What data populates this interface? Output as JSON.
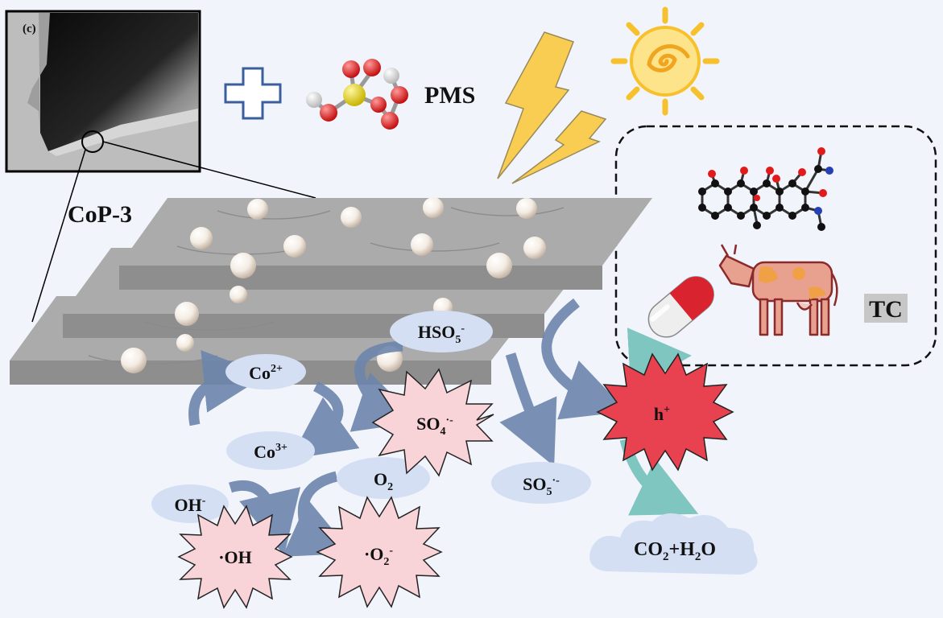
{
  "labels": {
    "panel_tag": "(c)",
    "pms": "PMS",
    "catalyst": "CoP-3",
    "pollutant": "TC"
  },
  "species": {
    "co2": {
      "base": "Co",
      "sup": "2+"
    },
    "co3": {
      "base": "Co",
      "sup": "3+"
    },
    "hso5": {
      "base": "HSO",
      "sub": "5",
      "sup": "-"
    },
    "so4": {
      "base": "SO",
      "sub": "4",
      "sup": "·-"
    },
    "so5": {
      "base": "SO",
      "sub": "5",
      "sup": "·-"
    },
    "o2": {
      "base": "O",
      "sub": "2"
    },
    "oh_minus": {
      "base": "OH",
      "sup": "-"
    },
    "oh_radical": {
      "base": "·OH"
    },
    "superoxide": {
      "base": "·O",
      "sub": "2",
      "sup": "-"
    },
    "hole": {
      "base": "h",
      "sup": "+"
    },
    "product": {
      "p1": "CO",
      "s1": "2",
      "p2": "+H",
      "s2": "2",
      "p3": "O"
    }
  },
  "colors": {
    "background": "#f1f4fb",
    "sheet_top": "#ababab",
    "sheet_side": "#8e8e8e",
    "bubble": "#d4dff4",
    "radical_star": "#f8d3d8",
    "hole_star": "#e8414f",
    "lightning": "#f8cd52",
    "sun": "#f7c12e",
    "plus_outline": "#3b5f9e",
    "arrow_blue": "#6d86ad",
    "arrow_teal": "#7fc5c0",
    "atom_red": "#e11b1b",
    "atom_yellow": "#e6d418",
    "atom_blue": "#2540b5"
  }
}
